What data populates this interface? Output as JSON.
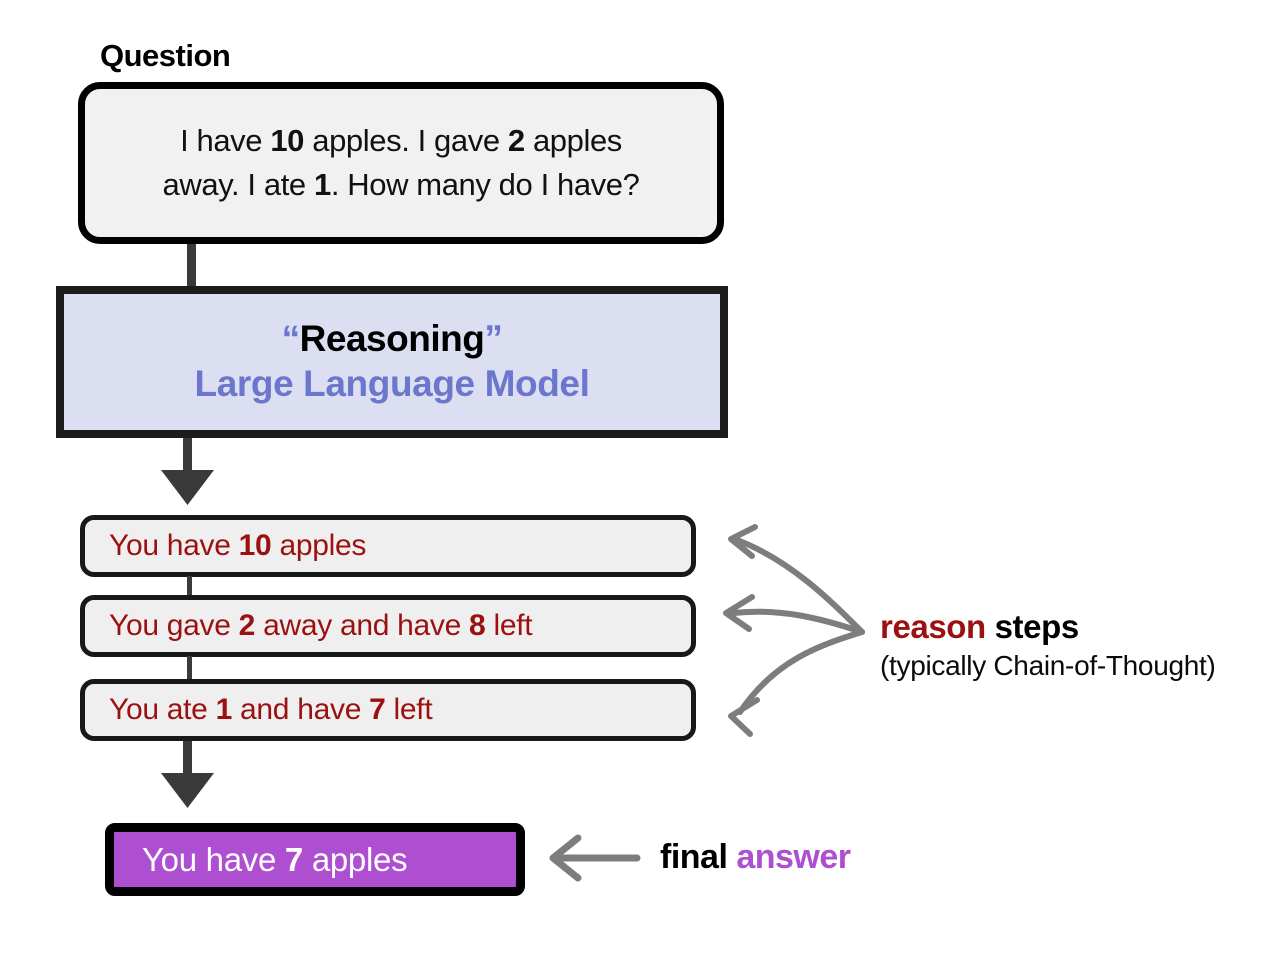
{
  "diagram": {
    "title_label": "Question",
    "question": {
      "full_text": "I have 10 apples. I gave 2 apples away. I ate 1. How many do I have?",
      "line1_pre": "I have ",
      "line1_b1": "10",
      "line1_mid": " apples. I gave ",
      "line1_b2": "2",
      "line1_post": " apples",
      "line2_pre": "away. I ate ",
      "line2_b1": "1",
      "line2_post": ". How many do I have?"
    },
    "model_box": {
      "quote_open": "“",
      "line1": "Reasoning",
      "quote_close": "”",
      "line2": "Large Language Model"
    },
    "steps": [
      {
        "full_text": "You have 10 apples",
        "pre": "You have ",
        "b1": "10",
        "post": " apples"
      },
      {
        "full_text": "You gave 2 away and have 8 left",
        "pre": "You gave ",
        "b1": "2",
        "mid": " away and have ",
        "b2": "8",
        "post": " left"
      },
      {
        "full_text": "You ate 1 and have 7 left",
        "pre": "You ate ",
        "b1": "1",
        "mid": " and have ",
        "b2": "7",
        "post": " left"
      }
    ],
    "steps_annotation": {
      "word_red": "reason",
      "word_black": " steps",
      "subtitle": "(typically Chain-of-Thought)"
    },
    "final_answer": {
      "pre": "You have ",
      "b1": "7",
      "post": " apples",
      "full_text": "You have 7 apples"
    },
    "final_annotation": {
      "word_black": "final ",
      "word_purple": "answer"
    },
    "colors": {
      "question_fill": "#f1f1f1",
      "question_border": "#000000",
      "llm_fill": "#dcdff1",
      "llm_border": "#1c1c1c",
      "llm_accent": "#6b77cc",
      "step_fill": "#efefef",
      "step_border": "#17181a",
      "step_text": "#9b1010",
      "final_fill": "#ad4fd0",
      "final_text": "#ffffff",
      "arrow_dark": "#3a3a3a",
      "arrow_gray": "#7d7d7d"
    }
  }
}
